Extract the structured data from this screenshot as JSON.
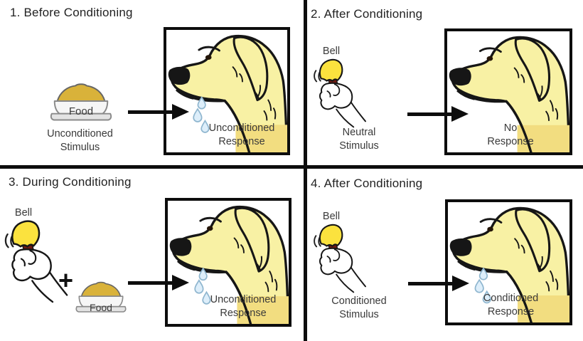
{
  "diagram": {
    "subject": "Classical conditioning (Pavlov) four-panel diagram"
  },
  "panels": {
    "q1": {
      "title": "1. Before Conditioning",
      "stimulus": {
        "item_label": "Food",
        "caption_line1": "Unconditioned",
        "caption_line2": "Stimulus"
      },
      "response": {
        "line1": "Unconditioned",
        "line2": "Response"
      },
      "salivating": true
    },
    "q2": {
      "title": "2. After Conditioning",
      "stimulus": {
        "item_label": "Bell",
        "caption_line1": "Neutral",
        "caption_line2": "Stimulus"
      },
      "response": {
        "line1": "No",
        "line2": "Response"
      },
      "salivating": false
    },
    "q3": {
      "title": "3. During Conditioning",
      "stimulus_a": {
        "item_label": "Bell"
      },
      "plus": "+",
      "stimulus_b": {
        "item_label": "Food"
      },
      "response": {
        "line1": "Unconditioned",
        "line2": "Response"
      },
      "salivating": true
    },
    "q4": {
      "title": "4. After Conditioning",
      "stimulus": {
        "item_label": "Bell",
        "caption_line1": "Conditioned",
        "caption_line2": "Stimulus"
      },
      "response": {
        "line1": "Conditioned",
        "line2": "Response"
      },
      "salivating": true
    }
  },
  "colors": {
    "outline": "#161616",
    "dog_body": "#f8f1a4",
    "dog_chest": "#f2dd80",
    "bell": "#fbe23e",
    "bell_handle": "#6e1a12",
    "food": "#d9b23a",
    "bowl": "#f6f6f6",
    "drool": "#ddeefa"
  }
}
